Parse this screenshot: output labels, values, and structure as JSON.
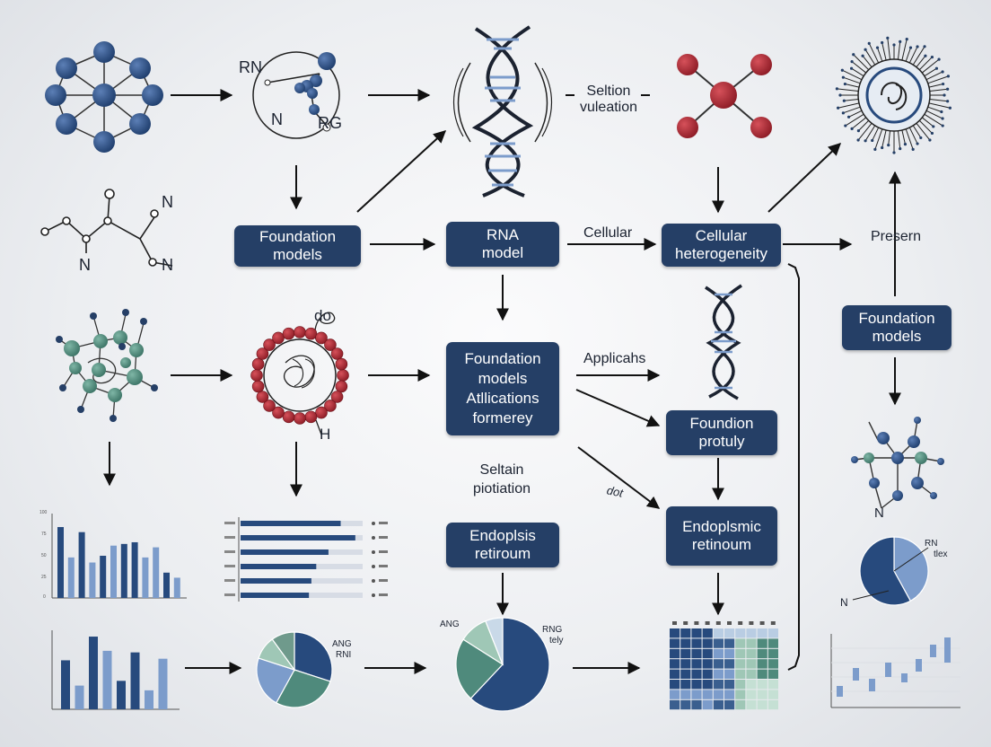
{
  "colors": {
    "box": "#253f66",
    "navy": "#274a7d",
    "lightblue": "#7c9ccb",
    "teal": "#4f8a7c",
    "lightteal": "#9fc7b6",
    "red": "#a52832",
    "arrow": "#111111"
  },
  "boxes": {
    "foundation_models_1": [
      "Foundation",
      "models"
    ],
    "rna_model": [
      "RNA",
      "model"
    ],
    "cellular_heterogeneity": [
      "Cellular",
      "heterogeneity"
    ],
    "foundation_models_right": [
      "Foundation",
      "models"
    ],
    "foundation_center": [
      "Foundation",
      "models",
      "Atllications",
      "formerey"
    ],
    "foundion_protuly": [
      "Foundion",
      "protuly"
    ],
    "endoplsis_retiroum": [
      "Endoplsis",
      "retiroum"
    ],
    "endoplsmic_retinoum": [
      "Endoplsmic",
      "retinoum"
    ]
  },
  "labels": {
    "seltion_line1": "Seltion",
    "seltion_line2": "vuleation",
    "cellular": "Cellular",
    "presern": "Presern",
    "applicahs": "Applicahs",
    "seltain_line1": "Seltain",
    "seltain_line2": "piotiation",
    "dot": "dot"
  },
  "molecule_labels": {
    "rn": "RN",
    "n_top": "N",
    "rg": "RG",
    "n_right1": "N",
    "n_right2": "N",
    "n_left": "N",
    "do": "do",
    "h": "H",
    "n_bottom_right": "N"
  },
  "chart_annotations": {
    "pie_bottom_left": [
      "ANG",
      "RNI"
    ],
    "pie_bottom_center": [
      "ANG",
      "RNG",
      "tely"
    ],
    "pie_right": [
      "RN",
      "tlex",
      "N"
    ]
  },
  "icons": [
    "molecule-network-icon",
    "rna-strand-icon",
    "dna-helix-icon",
    "dumbbell-molecule-icon",
    "virus-cell-icon",
    "chain-molecule-icon",
    "protein-cluster-icon",
    "vesicle-cell-icon",
    "small-helix-icon",
    "node-graph-icon",
    "bar-chart-icon",
    "horizontal-bar-chart-icon",
    "pie-chart-icon",
    "heatmap-icon",
    "range-chart-icon"
  ]
}
